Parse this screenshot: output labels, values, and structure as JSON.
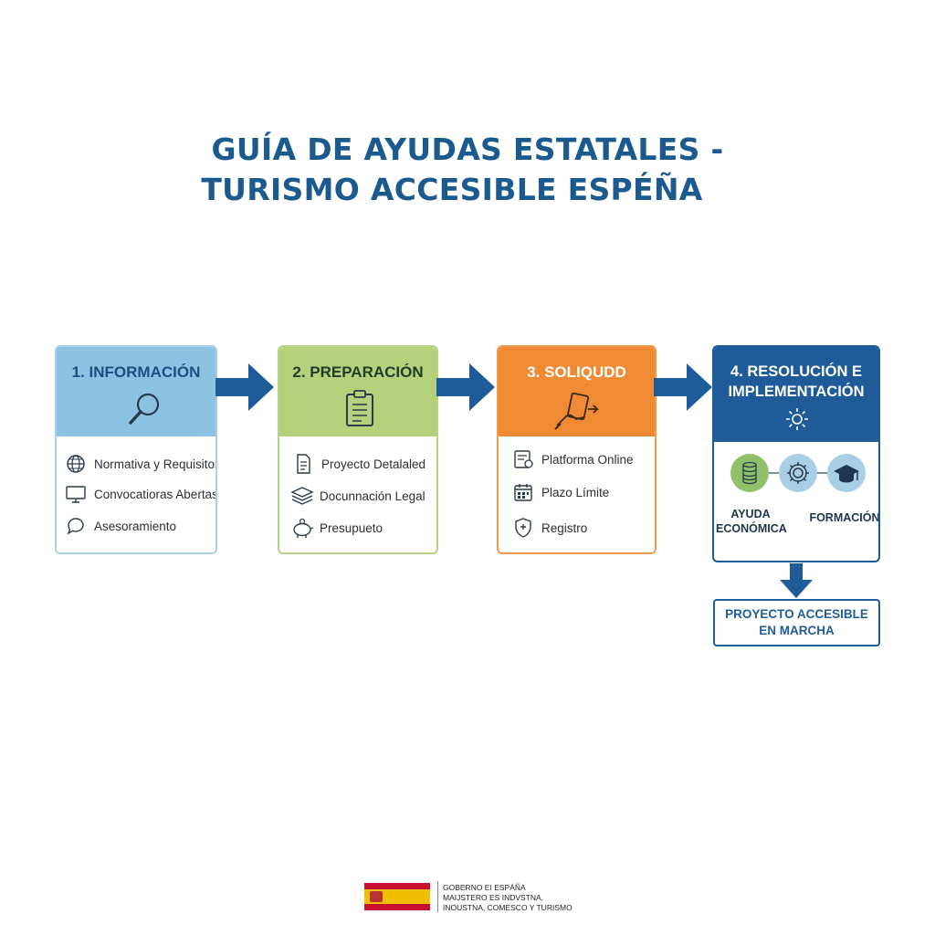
{
  "title": {
    "line1": "GUÍA DE AYUDAS ESTATALES -",
    "line2": "TURISMO ACCESIBLE ESPÉÑA"
  },
  "steps": [
    {
      "title": "1. INFORMACIÓN",
      "icon": "magnifier-icon",
      "items": [
        {
          "label": "Normativa y Requisitos",
          "icon": "globe-icon"
        },
        {
          "label": "Convocatioras Abertas",
          "icon": "monitor-icon"
        },
        {
          "label": "Asesoramiento",
          "icon": "chat-bubble-icon"
        }
      ]
    },
    {
      "title": "2. PREPARACIÓN",
      "icon": "clipboard-icon",
      "items": [
        {
          "label": "Proyecto Detalaled",
          "icon": "document-icon"
        },
        {
          "label": "Docunnación Legal",
          "icon": "stack-icon"
        },
        {
          "label": "Presupueto",
          "icon": "piggy-bank-icon"
        }
      ]
    },
    {
      "title": "3. SOLIQUDD",
      "icon": "hand-tablet-icon",
      "items": [
        {
          "label": "Platforma Online",
          "icon": "form-icon"
        },
        {
          "label": "Plazo Límite",
          "icon": "calendar-icon"
        },
        {
          "label": "Registro",
          "icon": "shield-icon"
        }
      ]
    },
    {
      "title_line1": "4. RESOLUCIÓN E",
      "title_line2": "IMPLEMENTACIÓN",
      "icon": "sun-burst-icon",
      "outcomes": [
        {
          "label_line1": "AYUDA",
          "label_line2": "ECONÓMICA",
          "icon": "coins-icon",
          "color": "#8fc16a"
        },
        {
          "label_line1": "",
          "label_line2": "",
          "icon": "gear-icon",
          "color": "#a9cfe6"
        },
        {
          "label_line1": "FORMACIÓN",
          "label_line2": "",
          "icon": "graduation-cap-icon",
          "color": "#a9cfe6"
        }
      ]
    }
  ],
  "result": {
    "line1": "PROYECTO ACCESIBLE",
    "line2": "EN MARCHA"
  },
  "footer": {
    "line1": "GOBERNO EI ESPÁÑA",
    "line2": "MAIJSTERO ES INDVSTNA,",
    "line3": "INOUSTNA, COMESCO Y TURISMO"
  },
  "colors": {
    "title": "#1b5a8e",
    "step1": "#8cc3e3",
    "step2": "#b6d17c",
    "step3": "#f08a35",
    "step4": "#1f5b98",
    "arrow": "#1f5b98"
  }
}
